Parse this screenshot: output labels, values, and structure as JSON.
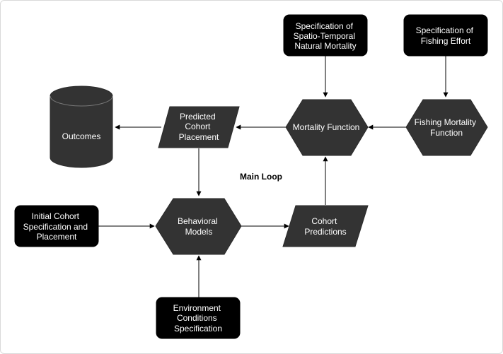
{
  "diagram": {
    "title": "Main Loop",
    "nodes": {
      "natural_mortality_spec": [
        "Specification of",
        "Spatio-Temporal",
        "Natural Mortality"
      ],
      "fishing_effort_spec": [
        "Specification of",
        "Fishing Effort"
      ],
      "outcomes": [
        "Outcomes"
      ],
      "predicted_placement": [
        "Predicted",
        "Cohort",
        "Placement"
      ],
      "mortality_function": [
        "Mortality Function"
      ],
      "fishing_mortality_function": [
        "Fishing Mortality",
        "Function"
      ],
      "initial_cohort_spec": [
        "Initial Cohort",
        "Specification and",
        "Placement"
      ],
      "behavioral_models": [
        "Behavioral",
        "Models"
      ],
      "cohort_predictions": [
        "Cohort",
        "Predictions"
      ],
      "environment_spec": [
        "Environment",
        "Conditions",
        "Specification"
      ]
    },
    "edges": [
      {
        "from": "natural_mortality_spec",
        "to": "mortality_function"
      },
      {
        "from": "fishing_effort_spec",
        "to": "fishing_mortality_function"
      },
      {
        "from": "fishing_mortality_function",
        "to": "mortality_function"
      },
      {
        "from": "mortality_function",
        "to": "predicted_placement"
      },
      {
        "from": "predicted_placement",
        "to": "outcomes"
      },
      {
        "from": "predicted_placement",
        "to": "behavioral_models"
      },
      {
        "from": "initial_cohort_spec",
        "to": "behavioral_models"
      },
      {
        "from": "behavioral_models",
        "to": "cohort_predictions"
      },
      {
        "from": "cohort_predictions",
        "to": "mortality_function"
      },
      {
        "from": "environment_spec",
        "to": "behavioral_models"
      }
    ]
  }
}
